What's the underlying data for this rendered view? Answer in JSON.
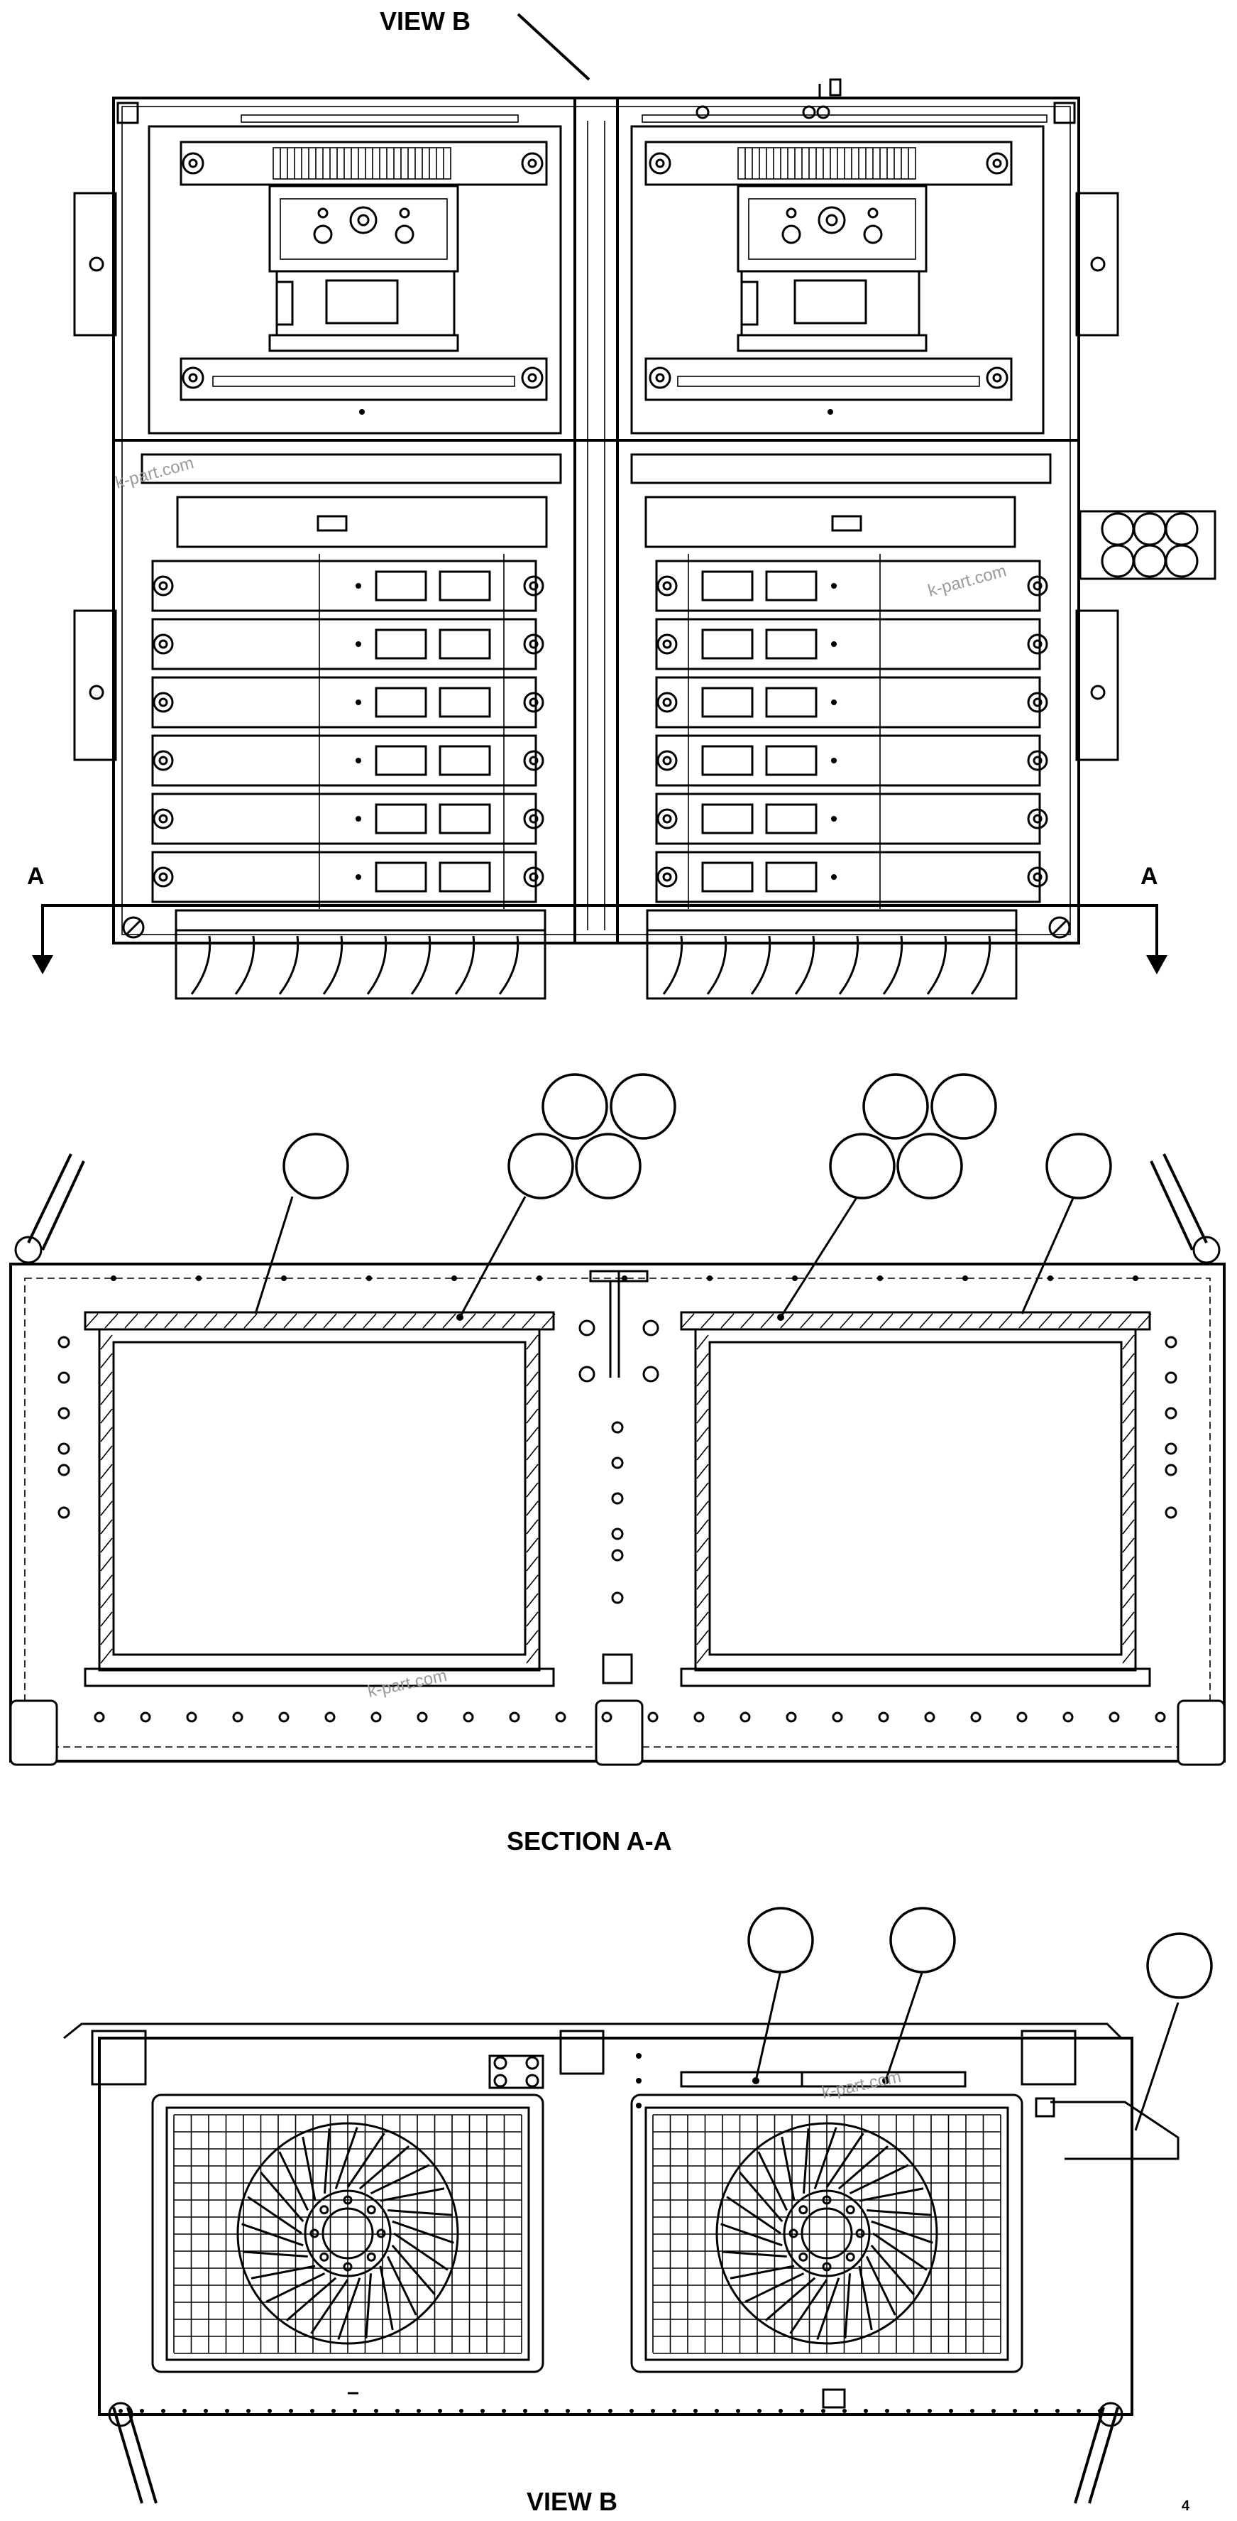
{
  "labels": {
    "view_b_top": "VIEW B",
    "section_a_left": "A",
    "section_a_right": "A",
    "section_title": "SECTION A-A",
    "view_b_bottom": "VIEW B",
    "sheet_code": "4"
  },
  "watermark": "k-part.com",
  "callout_bubbles": [
    {
      "id": "b1",
      "label": ""
    },
    {
      "id": "b2",
      "label": ""
    },
    {
      "id": "b3",
      "label": ""
    },
    {
      "id": "b4",
      "label": ""
    },
    {
      "id": "b5",
      "label": ""
    },
    {
      "id": "b6",
      "label": ""
    },
    {
      "id": "b7",
      "label": ""
    },
    {
      "id": "b8",
      "label": ""
    },
    {
      "id": "b9",
      "label": ""
    },
    {
      "id": "b10",
      "label": ""
    },
    {
      "id": "b11",
      "label": ""
    },
    {
      "id": "b12",
      "label": ""
    },
    {
      "id": "b13",
      "label": ""
    },
    {
      "id": "b14",
      "label": ""
    },
    {
      "id": "b15",
      "label": ""
    }
  ],
  "colors": {
    "line": "#000000",
    "background": "#ffffff",
    "watermark": "#9a9a9a"
  }
}
